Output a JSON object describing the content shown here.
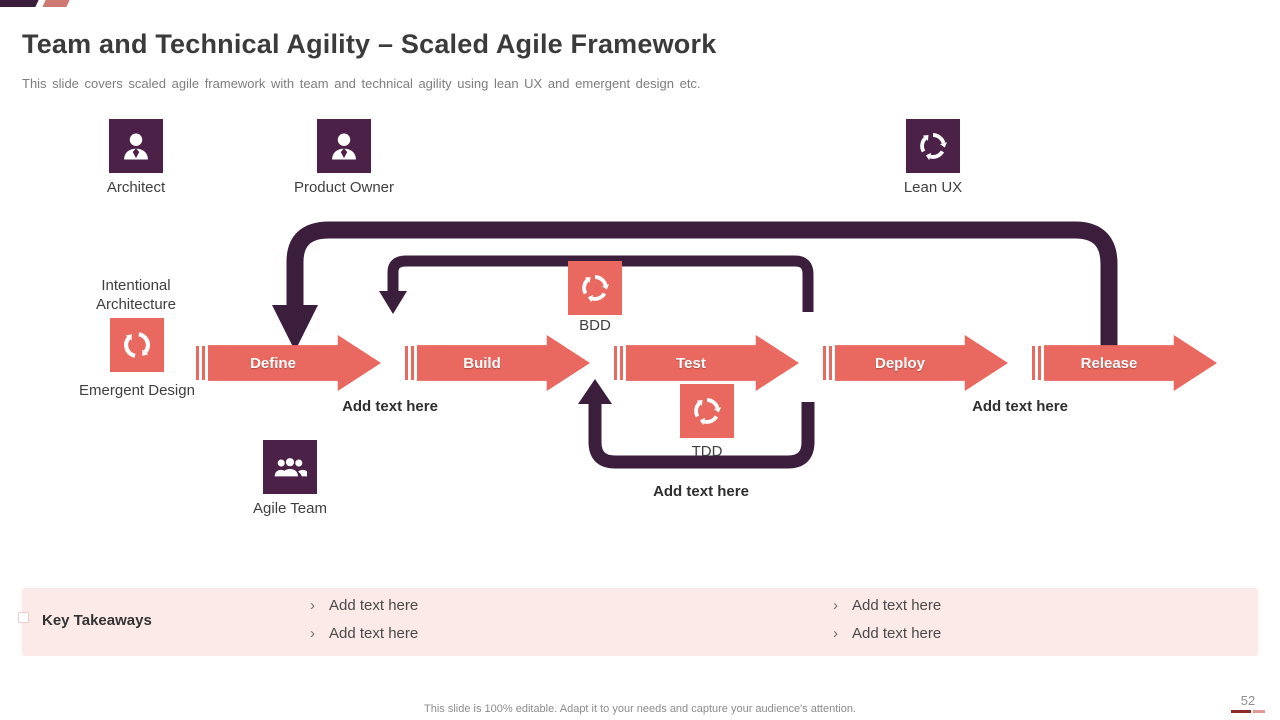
{
  "colors": {
    "loop_purple": "#3A1E3B",
    "icon_purple": "#4B2147",
    "coral": "#E9685F",
    "takeaways_bg": "#FBEAE8"
  },
  "header": {
    "title": "Team and Technical Agility – Scaled Agile Framework",
    "subtitle": "This slide covers scaled agile framework with team and technical agility using lean UX and emergent design etc."
  },
  "top_icons": [
    {
      "label": "Architect"
    },
    {
      "label": "Product Owner"
    },
    {
      "label": "Lean UX"
    }
  ],
  "left_annotation": {
    "top_label": "Intentional Architecture",
    "bottom_label": "Emergent Design"
  },
  "agile_team": {
    "label": "Agile Team"
  },
  "stages": [
    {
      "label": "Define"
    },
    {
      "label": "Build"
    },
    {
      "label": "Test"
    },
    {
      "label": "Deploy"
    },
    {
      "label": "Release"
    }
  ],
  "loop_icons": {
    "bdd": "BDD",
    "tdd": "TDD"
  },
  "placeholders": {
    "under_define": "Add text here",
    "under_deploy": "Add text here",
    "under_loop": "Add text here"
  },
  "key_takeaways": {
    "title": "Key Takeaways",
    "bullet_marker": "›",
    "bullets": [
      "Add text here",
      "Add text here",
      "Add text here",
      "Add text here"
    ]
  },
  "footer": {
    "note": "This slide is 100% editable. Adapt it to your needs and capture your audience's attention.",
    "page_number": "52"
  }
}
